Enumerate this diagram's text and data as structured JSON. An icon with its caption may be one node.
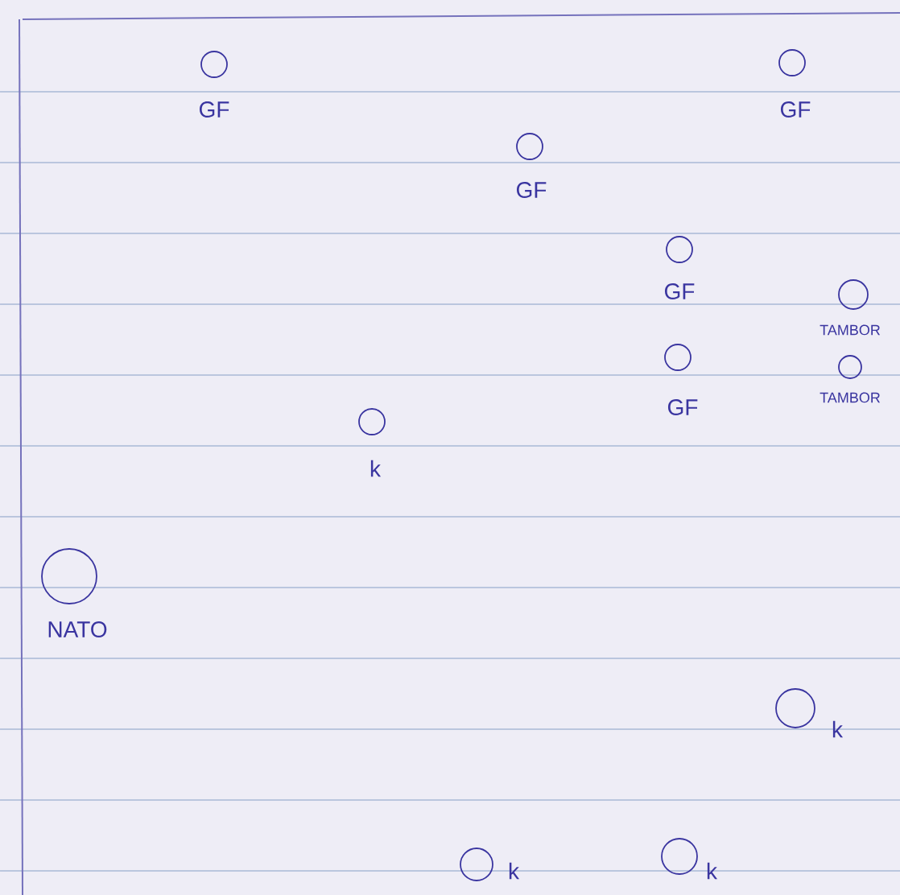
{
  "diagram": {
    "nodes": [
      {
        "text": [],
        "shape": "circle",
        "beside": [
          "GF"
        ]
      },
      {
        "text": [],
        "shape": "circle",
        "beside": [
          "GF"
        ]
      },
      {
        "text": [],
        "shape": "circle",
        "beside": [
          "GF"
        ]
      },
      {
        "text": [],
        "shape": "circle",
        "beside": [
          "GF"
        ]
      },
      {
        "text": [],
        "shape": "circle",
        "beside": [
          "TAMBOR"
        ]
      },
      {
        "text": [],
        "shape": "circle",
        "beside": [
          "GF"
        ]
      },
      {
        "text": [],
        "shape": "circle",
        "beside": [
          "TAMBOR"
        ]
      },
      {
        "text": [],
        "shape": "circle",
        "beside": [
          "k"
        ]
      },
      {
        "text": [],
        "shape": "circle",
        "beside": [
          "NATO"
        ]
      },
      {
        "text": [],
        "shape": "circle",
        "beside": [
          "k"
        ]
      },
      {
        "text": [],
        "shape": "circle",
        "beside": [
          "k"
        ]
      },
      {
        "text": [],
        "shape": "circle",
        "beside": [
          "k"
        ]
      }
    ]
  }
}
